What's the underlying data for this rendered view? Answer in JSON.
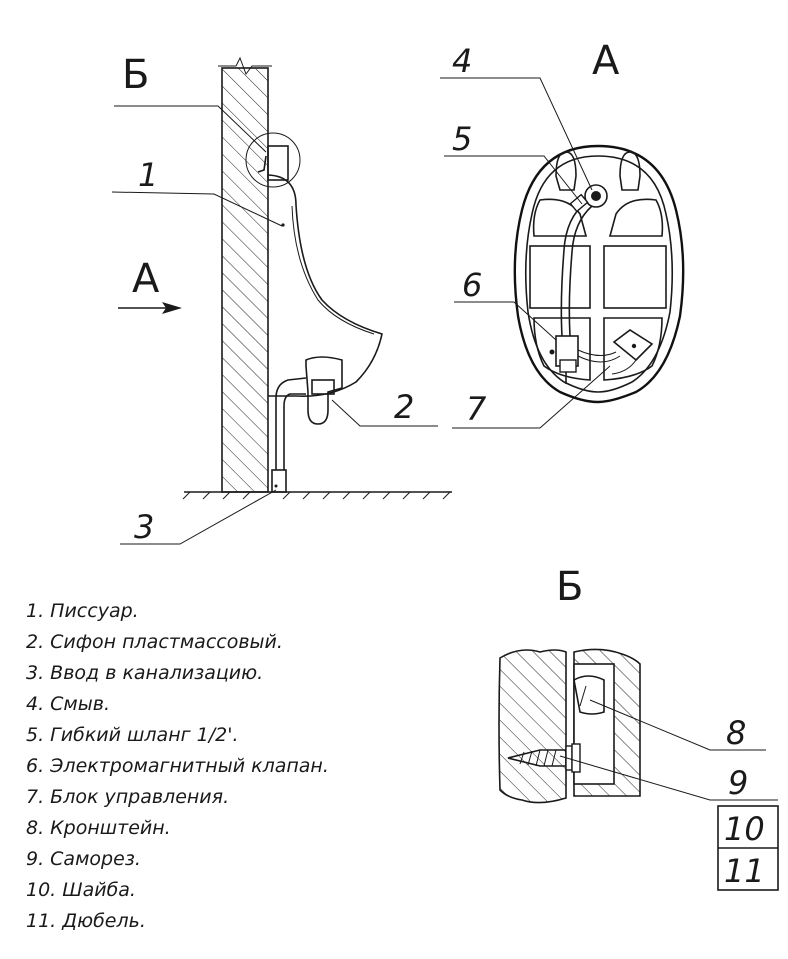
{
  "view_labels": {
    "a_side": "А",
    "b_top": "Б",
    "a_view": "А",
    "b_view": "Б"
  },
  "callouts": [
    "1",
    "2",
    "3",
    "4",
    "5",
    "6",
    "7",
    "8",
    "9",
    "10",
    "11"
  ],
  "legend": [
    "1. Писсуар.",
    "2. Сифон пластмассовый.",
    "3. Ввод в канализацию.",
    "4. Смыв.",
    "5. Гибкий шланг 1/2'.",
    "6. Электромагнитный клапан.",
    "7. Блок управления.",
    "8. Кронштейн.",
    "9. Саморез.",
    "10. Шайба.",
    "11. Дюбель."
  ]
}
